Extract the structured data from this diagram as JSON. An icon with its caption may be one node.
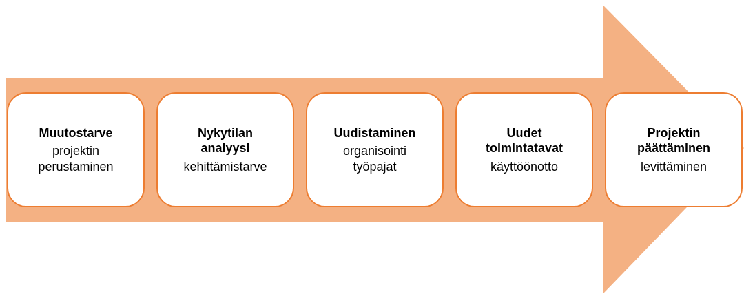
{
  "diagram": {
    "nodes": [
      {
        "text": [
          "Muutostarve",
          "projektin perustaminen"
        ]
      },
      {
        "text": [
          "Nykytilan analyysi",
          "kehittämistarve"
        ]
      },
      {
        "text": [
          "Uudistaminen",
          "organisointi työpajat"
        ]
      },
      {
        "text": [
          "Uudet toimintatavat",
          "käyttöönotto"
        ]
      },
      {
        "text": [
          "Projektin päättäminen",
          "levittäminen"
        ]
      }
    ],
    "edges": [
      {
        "from": 0,
        "to": 4,
        "arrow": "to"
      }
    ]
  }
}
